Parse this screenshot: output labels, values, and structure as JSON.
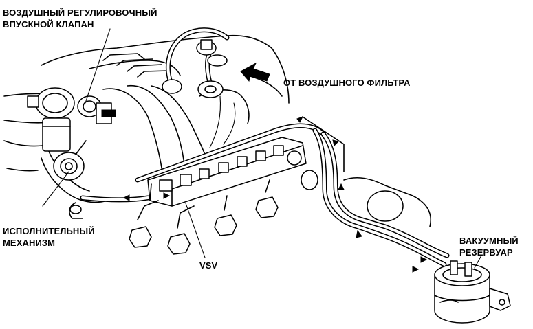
{
  "labels": {
    "air_valve_line1": "ВОЗДУШНЫЙ РЕГУЛИРОВОЧНЫЙ",
    "air_valve_line2": "ВПУСКНОЙ КЛАПАН",
    "from_air_filter": "ОТ ВОЗДУШНОГО ФИЛЬТРА",
    "actuator_line1": "ИСПОЛНИТЕЛЬНЫЙ",
    "actuator_line2": "МЕХАНИЗМ",
    "vsv": "VSV",
    "vacuum_tank_line1": "ВАКУУМНЫЙ",
    "vacuum_tank_line2": "РЕЗЕРВУАР"
  }
}
